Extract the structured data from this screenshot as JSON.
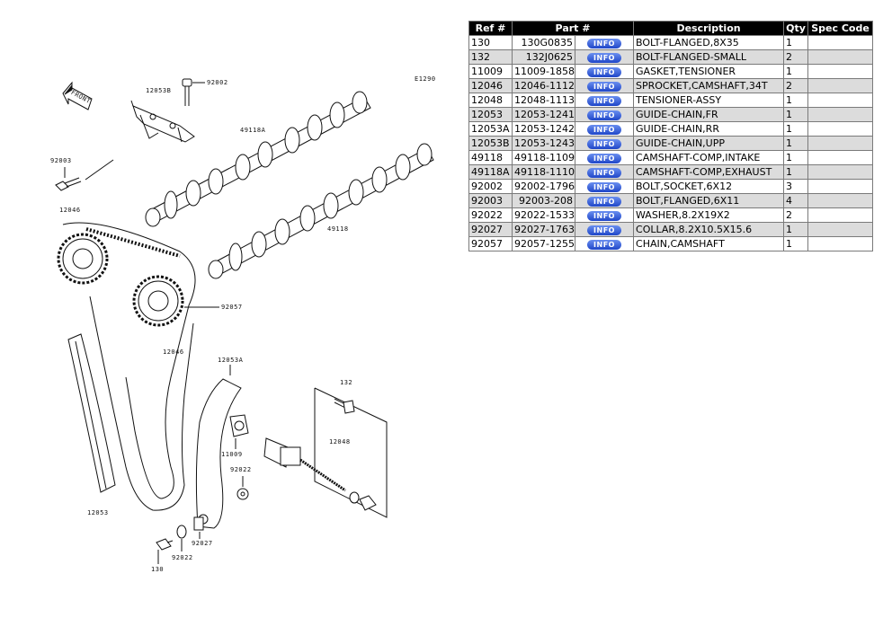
{
  "diagram": {
    "code": "E1290",
    "front_label": "FRONT",
    "callouts": {
      "c12053B": "12053B",
      "c92002": "92002",
      "c49118A": "49118A",
      "c92003": "92003",
      "c12046a": "12046",
      "c49118": "49118",
      "c92057": "92057",
      "c12046b": "12046",
      "c12053A": "12053A",
      "c132": "132",
      "c12048": "12048",
      "c11009": "11009",
      "c92022a": "92022",
      "c12053": "12053",
      "c130": "130",
      "c92022b": "92022",
      "c92027": "92027"
    }
  },
  "table": {
    "headers": {
      "ref": "Ref #",
      "part": "Part #",
      "desc": "Description",
      "qty": "Qty",
      "spec": "Spec Code"
    },
    "info_label": "INFO",
    "rows": [
      {
        "ref": "130",
        "part": "130G0835",
        "desc": "BOLT-FLANGED,8X35",
        "qty": "1",
        "spec": ""
      },
      {
        "ref": "132",
        "part": "132J0625",
        "desc": "BOLT-FLANGED-SMALL",
        "qty": "2",
        "spec": ""
      },
      {
        "ref": "11009",
        "part": "11009-1858",
        "desc": "GASKET,TENSIONER",
        "qty": "1",
        "spec": ""
      },
      {
        "ref": "12046",
        "part": "12046-1112",
        "desc": "SPROCKET,CAMSHAFT,34T",
        "qty": "2",
        "spec": ""
      },
      {
        "ref": "12048",
        "part": "12048-1113",
        "desc": "TENSIONER-ASSY",
        "qty": "1",
        "spec": ""
      },
      {
        "ref": "12053",
        "part": "12053-1241",
        "desc": "GUIDE-CHAIN,FR",
        "qty": "1",
        "spec": ""
      },
      {
        "ref": "12053A",
        "part": "12053-1242",
        "desc": "GUIDE-CHAIN,RR",
        "qty": "1",
        "spec": ""
      },
      {
        "ref": "12053B",
        "part": "12053-1243",
        "desc": "GUIDE-CHAIN,UPP",
        "qty": "1",
        "spec": ""
      },
      {
        "ref": "49118",
        "part": "49118-1109",
        "desc": "CAMSHAFT-COMP,INTAKE",
        "qty": "1",
        "spec": ""
      },
      {
        "ref": "49118A",
        "part": "49118-1110",
        "desc": "CAMSHAFT-COMP,EXHAUST",
        "qty": "1",
        "spec": ""
      },
      {
        "ref": "92002",
        "part": "92002-1796",
        "desc": "BOLT,SOCKET,6X12",
        "qty": "3",
        "spec": ""
      },
      {
        "ref": "92003",
        "part": "92003-208",
        "desc": "BOLT,FLANGED,6X11",
        "qty": "4",
        "spec": ""
      },
      {
        "ref": "92022",
        "part": "92022-1533",
        "desc": "WASHER,8.2X19X2",
        "qty": "2",
        "spec": ""
      },
      {
        "ref": "92027",
        "part": "92027-1763",
        "desc": "COLLAR,8.2X10.5X15.6",
        "qty": "1",
        "spec": ""
      },
      {
        "ref": "92057",
        "part": "92057-1255",
        "desc": "CHAIN,CAMSHAFT",
        "qty": "1",
        "spec": ""
      }
    ]
  }
}
